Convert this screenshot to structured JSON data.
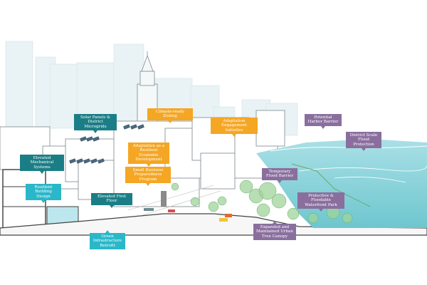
{
  "colors": {
    "teal": "#1b7e86",
    "cyan": "#2ab7c9",
    "orange": "#f5a623",
    "purple": "#8a6f9e",
    "water": "#7fd0d8",
    "vegetation": "#8dc98a",
    "outline": "#555555"
  },
  "callouts": {
    "solar_panels": "Solar Panels &\nDistrict Microgrids",
    "climate_zoning": "Climate-ready Zoning",
    "adaptation_engagement": "Adaptation Engagement\nInitiative",
    "potential_harbor_barrier": "Potential\nHarbor Barrier",
    "district_flood_protection": "District Scale\nFlood Protection",
    "elevated_mechanical": "Elevated\nMechanical Systems",
    "adaptation_business": "Adaptation as a\nResilient Economic\nDevelopment",
    "small_business": "Small Business\nPreparedness Program",
    "temporary_flood_barrier": "Temporary\nFlood Barrier",
    "resilient_building": "Resilient\nBuilding Design",
    "elevated_first_floor": "Elevated First Floor",
    "protective_waterfront": "Protective & Floodable\nWaterfront Park",
    "green_infrastructure": "Green\nInfrastructure\nRetrofit",
    "urban_tree_canopy": "Expanded and\nMaintained Urban\nTree Canopy"
  }
}
